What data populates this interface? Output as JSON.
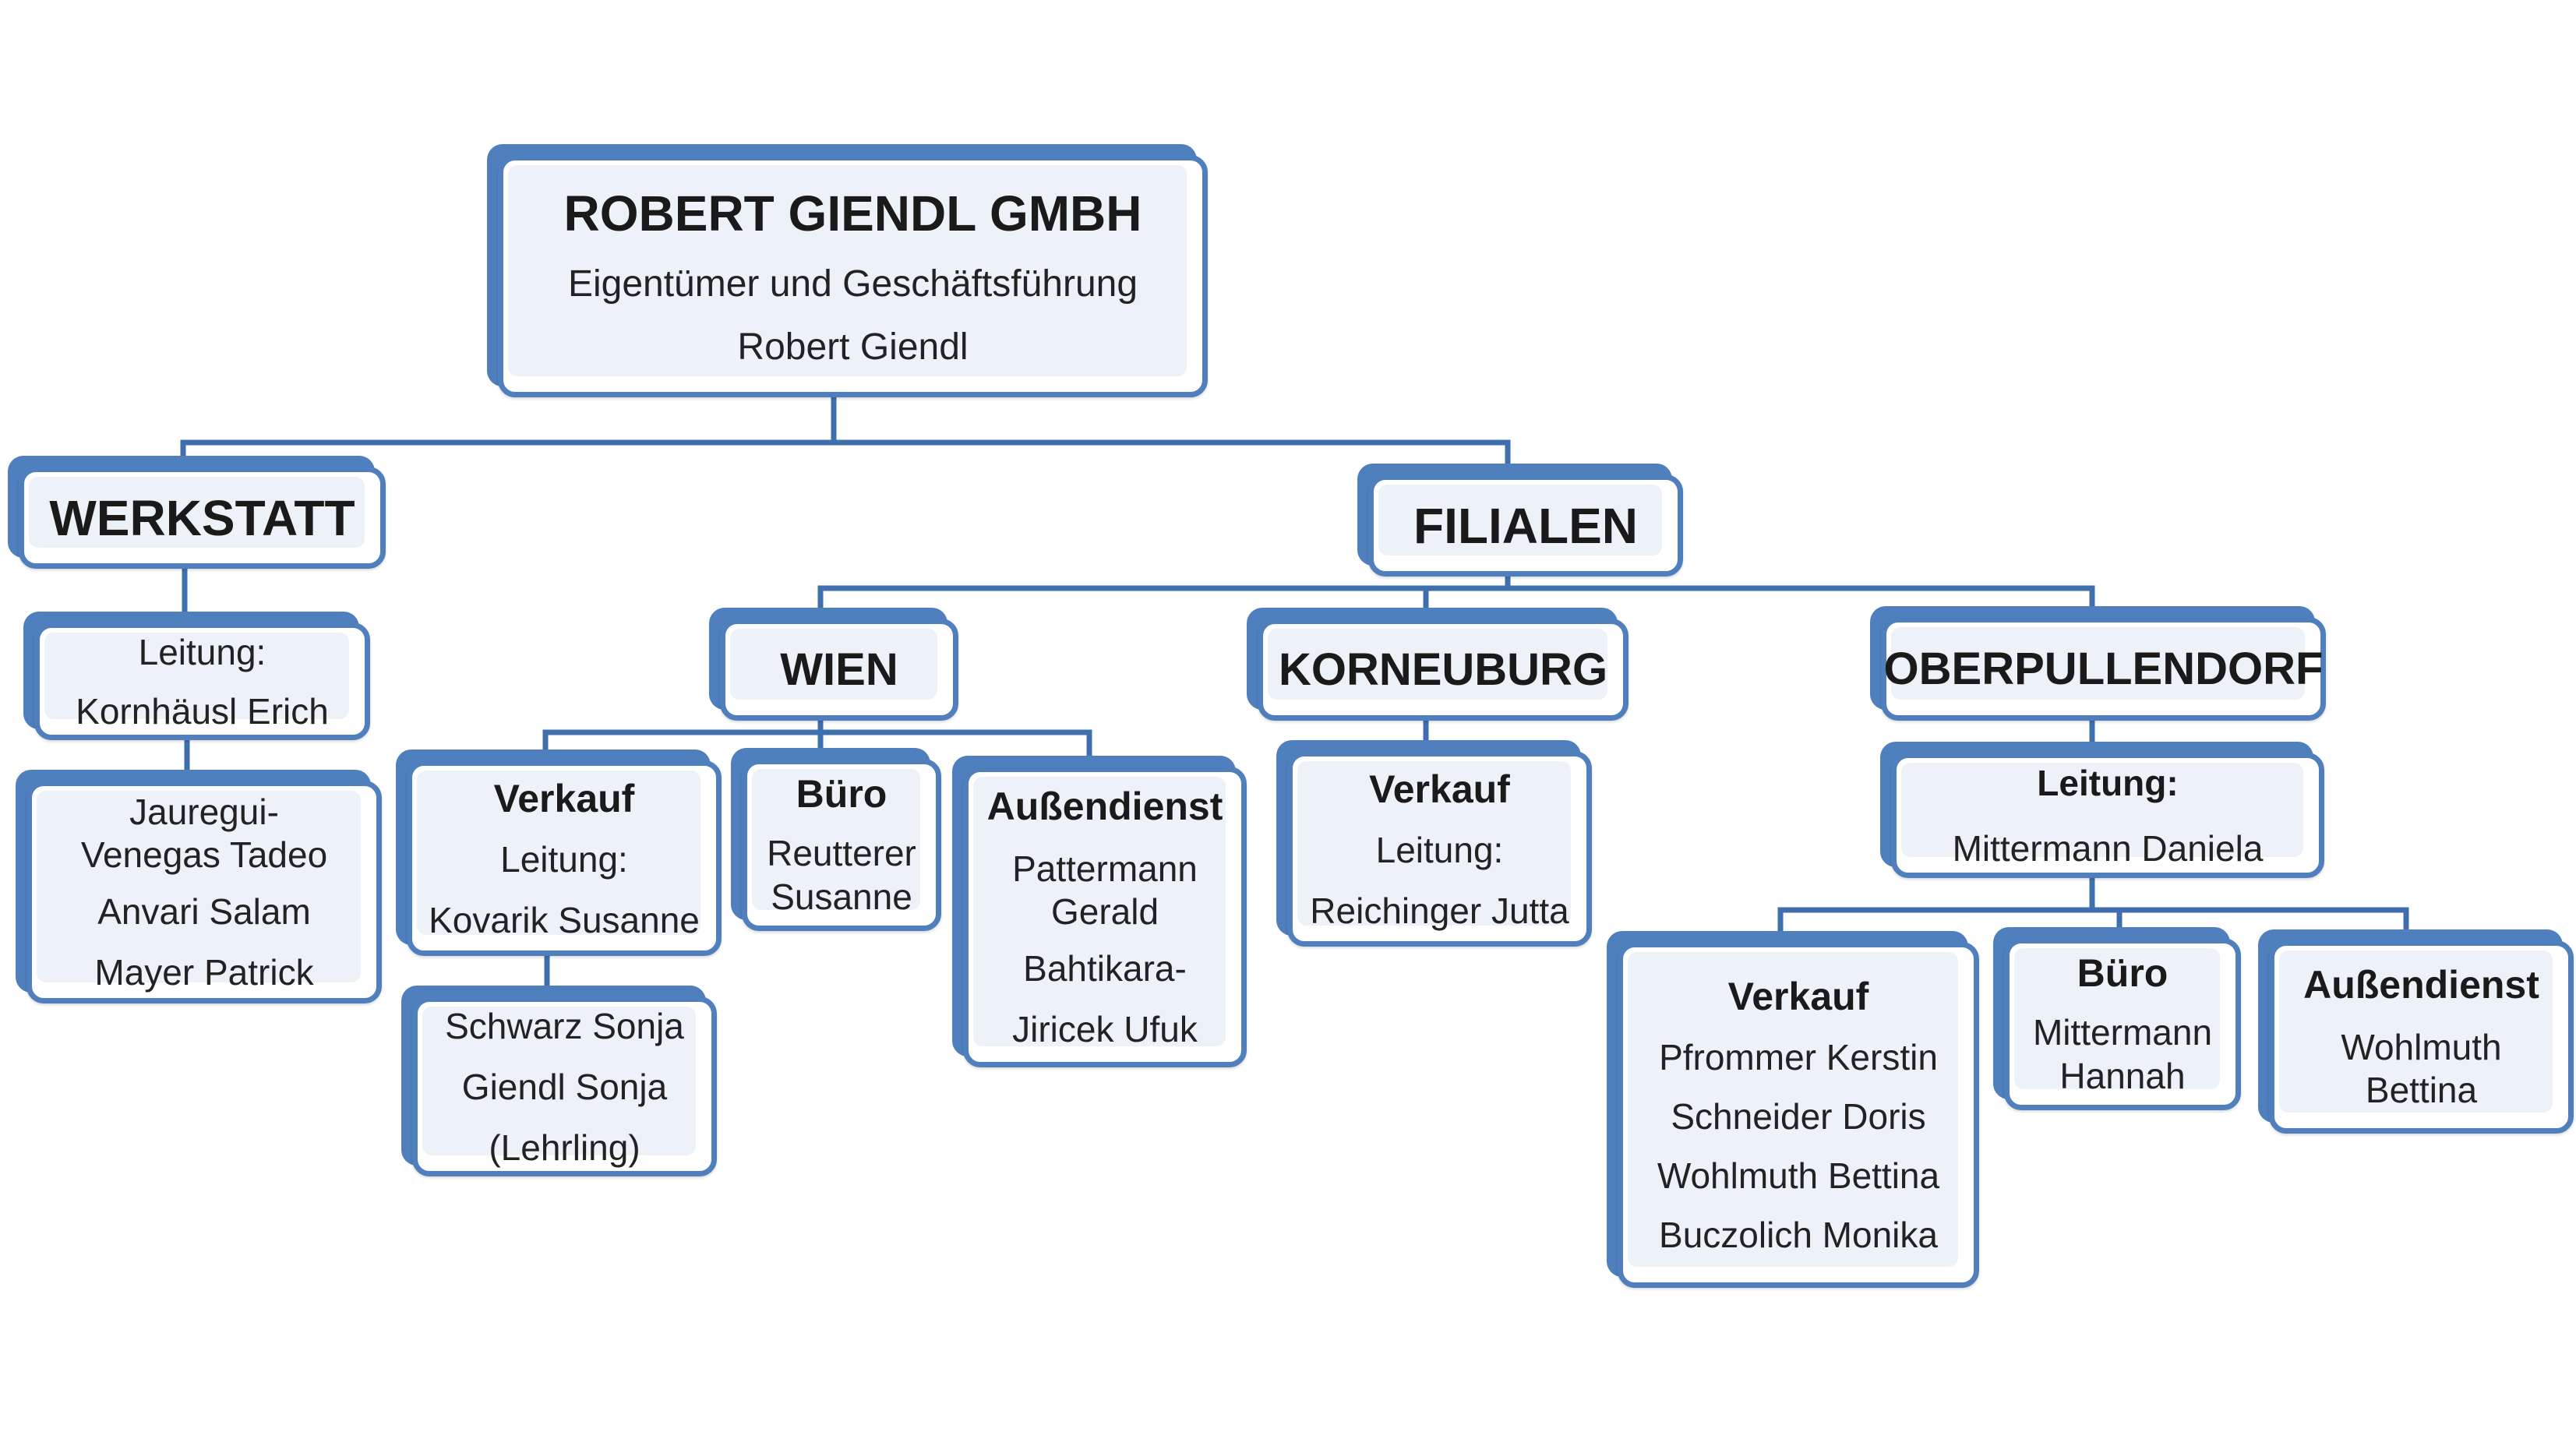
{
  "colors": {
    "accent": "#4f7fbd",
    "box_fill": "#edf2f9",
    "line": "#3f6fad"
  },
  "top": {
    "title": "ROBERT GIENDL GMBH",
    "role": "Eigentümer und Geschäftsführung",
    "name": "Robert Giendl"
  },
  "werkstatt": {
    "title": "WERKSTATT",
    "lead_label": "Leitung:",
    "lead_name": "Kornhäusl Erich",
    "staff": [
      "Jauregui-Venegas Tadeo",
      "Anvari Salam",
      "Mayer Patrick"
    ]
  },
  "filialen": {
    "title": "FILIALEN",
    "wien": {
      "title": "WIEN",
      "verkauf": {
        "title": "Verkauf",
        "lead_label": "Leitung:",
        "lead_name": "Kovarik Susanne",
        "staff": [
          "Schwarz Sonja",
          "Giendl Sonja",
          "(Lehrling)"
        ]
      },
      "buero": {
        "title": "Büro",
        "staff": [
          "Reutterer Susanne"
        ]
      },
      "aussendienst": {
        "title": "Außendienst",
        "staff": [
          "Pattermann Gerald",
          "Bahtikara-",
          "Jiricek Ufuk"
        ]
      }
    },
    "korneuburg": {
      "title": "KORNEUBURG",
      "verkauf": {
        "title": "Verkauf",
        "lead_label": "Leitung:",
        "lead_name": "Reichinger Jutta"
      }
    },
    "oberpullendorf": {
      "title": "OBERPULLENDORF",
      "lead_label": "Leitung:",
      "lead_name": "Mittermann Daniela",
      "verkauf": {
        "title": "Verkauf",
        "staff": [
          "Pfrommer Kerstin",
          "Schneider Doris",
          "Wohlmuth Bettina",
          "Buczolich Monika"
        ]
      },
      "buero": {
        "title": "Büro",
        "staff": [
          "Mittermann Hannah"
        ]
      },
      "aussendienst": {
        "title": "Außendienst",
        "staff": [
          "Wohlmuth Bettina"
        ]
      }
    }
  }
}
